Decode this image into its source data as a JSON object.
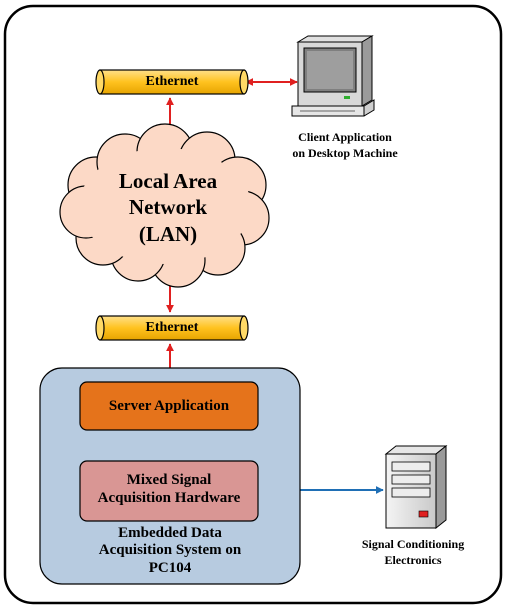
{
  "labels": {
    "ethernet_top": "Ethernet",
    "ethernet_bottom": "Ethernet",
    "lan_line1": "Local Area",
    "lan_line2": "Network",
    "lan_line3": "(LAN)",
    "client_line1": "Client Application",
    "client_line2": "on Desktop Machine",
    "server": "Server Application",
    "mixed_line1": "Mixed Signal",
    "mixed_line2": "Acquisition Hardware",
    "embedded_line1": "Embedded Data",
    "embedded_line2": "Acquisition System on",
    "embedded_line3": "PC104",
    "signal_line1": "Signal Conditioning",
    "signal_line2": "Electronics"
  },
  "icons": {
    "desktop": "desktop-computer-icon",
    "tower": "tower-computer-icon",
    "cloud": "cloud-shape"
  },
  "colors": {
    "ethernet_pipe": "#ffc21f",
    "cloud_fill": "#fcd9c6",
    "embedded_fill": "#b7cbe0",
    "server_fill": "#e5731b",
    "mixed_fill": "#d99694",
    "red_arrow": "#e02020",
    "purple_arrow": "#7a3fa0",
    "blue_arrow": "#1f6fb5"
  }
}
